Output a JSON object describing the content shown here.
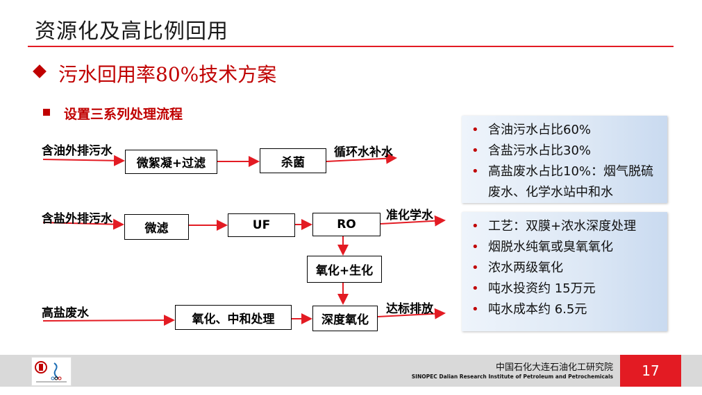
{
  "slide": {
    "title": "资源化及高比例回用",
    "section_heading": "污水回用率80%技术方案",
    "sub_heading": "设置三系列处理流程"
  },
  "flow": {
    "row1": {
      "input": "含油外排污水",
      "step1": "微絮凝+过滤",
      "step2": "杀菌",
      "output": "循环水补水"
    },
    "row2": {
      "input": "含盐外排污水",
      "step1": "微滤",
      "step2": "UF",
      "step3": "RO",
      "output": "准化学水"
    },
    "mid": {
      "step": "氧化+生化"
    },
    "row3": {
      "input": "高盐废水",
      "step1": "氧化、中和处理",
      "step2": "深度氧化",
      "output": "达标排放"
    }
  },
  "panels": {
    "composition": [
      "含油污水占比60%",
      "含盐污水占比30%",
      "高盐废水占比10%：烟气脱硫废水、化学水站中和水"
    ],
    "process": [
      "工艺：双膜+浓水深度处理",
      "烟脱水纯氧或臭氧氧化",
      "浓水两级氧化",
      "吨水投资约 15万元",
      "吨水成本约 6.5元"
    ]
  },
  "footer": {
    "org_cn": "中国石化大连石油化工研究院",
    "org_en": "SINOPEC Dalian Research Institute of Petroleum and Petrochemicals",
    "page_number": "17"
  },
  "colors": {
    "accent": "#c00000",
    "rule": "#e31b23",
    "arrow": "#e31b23"
  }
}
